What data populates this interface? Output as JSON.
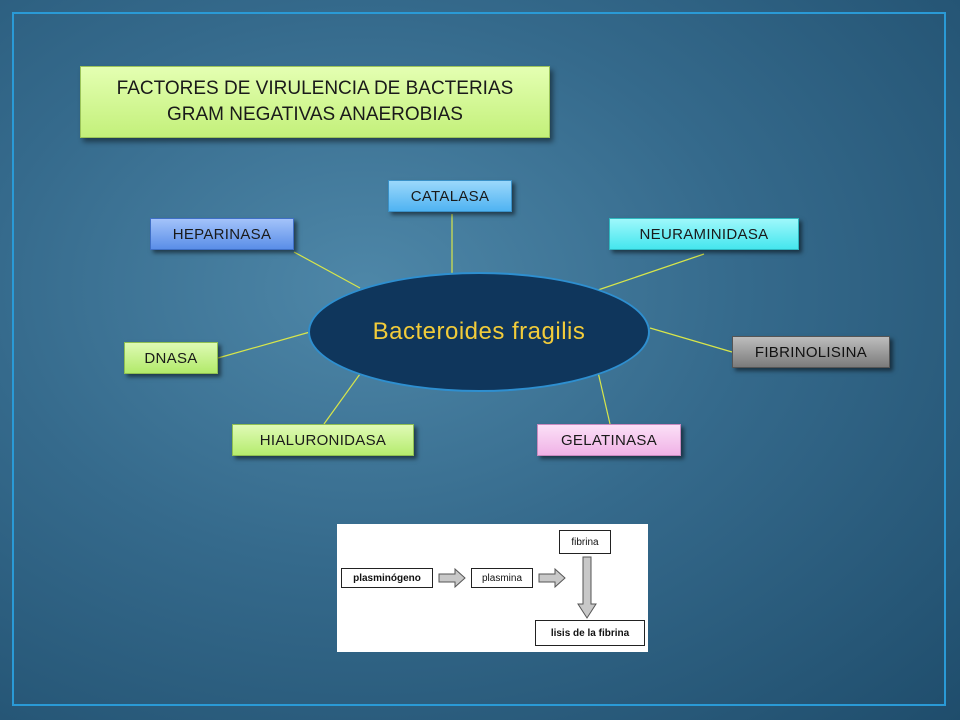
{
  "title": {
    "line1": "FACTORES DE VIRULENCIA DE BACTERIAS",
    "line2": "GRAM NEGATIVAS ANAEROBIAS"
  },
  "center": {
    "label": "Bacteroides fragilis"
  },
  "nodes": {
    "catalasa": "CATALASA",
    "heparinasa": "HEPARINASA",
    "neuraminidasa": "NEURAMINIDASA",
    "dnasa": "DNASA",
    "fibrinolisina": "FIBRINOLISINA",
    "hialuronidasa": "HIALURONIDASA",
    "gelatinasa": "GELATINASA"
  },
  "flow": {
    "plasminogeno": "plasminógeno",
    "plasmina": "plasmina",
    "fibrina": "fibrina",
    "lisis": "lisis de la fibrina"
  },
  "colors": {
    "background": "#356a8c",
    "frame": "#2a9ad6",
    "title_box": "#d2f791",
    "center_fill": "#0f365c",
    "center_text": "#f2cc3a",
    "connector": "#d8e64a",
    "heparinasa": "#6b9cf0",
    "catalasa": "#63bff5",
    "neuraminidasa": "#5ef0f5",
    "dnasa": "#c4f280",
    "hialuronidasa": "#c7f385",
    "gelatinasa": "#f6c6ef",
    "fibrinolisina": "#8e8e8e"
  }
}
